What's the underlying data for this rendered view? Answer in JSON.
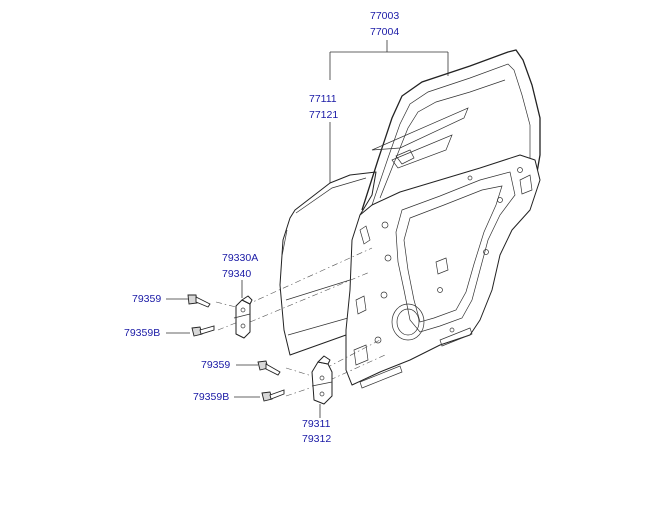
{
  "parts": {
    "p77003": "77003",
    "p77004": "77004",
    "p77111": "77111",
    "p77121": "77121",
    "p79330A": "79330A",
    "p79340": "79340",
    "p79359_top": "79359",
    "p79359B_top": "79359B",
    "p79359_bottom": "79359",
    "p79359B_bottom": "79359B",
    "p79311": "79311",
    "p79312": "79312"
  },
  "colors": {
    "label": "#1a1aa6",
    "line": "#222222"
  }
}
